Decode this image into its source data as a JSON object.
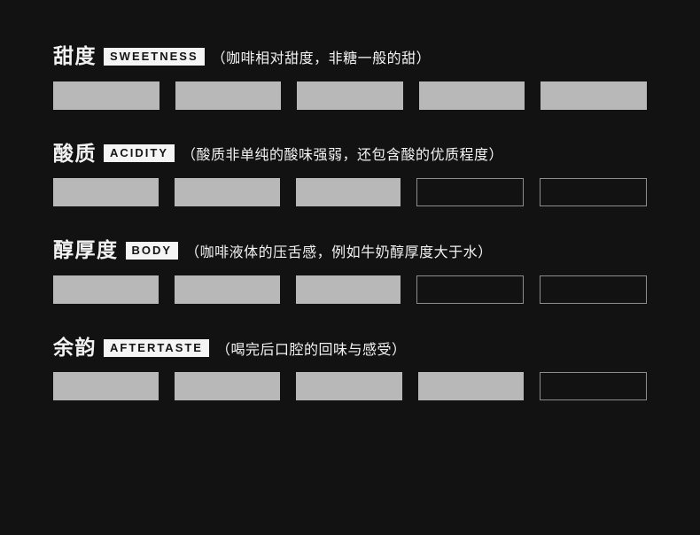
{
  "theme": {
    "background": "#121212",
    "text": "#f2f2f2",
    "badge_bg": "#f5f5f5",
    "badge_text": "#141414",
    "bar_filled": "#b8b8b8",
    "bar_outline": "#8d8d8d"
  },
  "sections": [
    {
      "title_zh": "甜度",
      "title_en": "SWEETNESS",
      "description": "（咖啡相对甜度，非糖一般的甜）",
      "rating": 5,
      "scale_max": 5
    },
    {
      "title_zh": "酸质",
      "title_en": "ACIDITY",
      "description": "（酸质非单纯的酸味强弱，还包含酸的优质程度）",
      "rating": 3,
      "scale_max": 5
    },
    {
      "title_zh": "醇厚度",
      "title_en": "BODY",
      "description": "（咖啡液体的压舌感，例如牛奶醇厚度大于水）",
      "rating": 3,
      "scale_max": 5
    },
    {
      "title_zh": "余韵",
      "title_en": "AFTERTASTE",
      "description": "（喝完后口腔的回味与感受）",
      "rating": 4,
      "scale_max": 5
    }
  ],
  "chart_data": {
    "type": "bar",
    "title": "",
    "categories": [
      "甜度 SWEETNESS",
      "酸质 ACIDITY",
      "醇厚度 BODY",
      "余韵 AFTERTASTE"
    ],
    "values": [
      5,
      3,
      3,
      4
    ],
    "ylim": [
      0,
      5
    ],
    "legend": "none",
    "layout": "horizontal rows, each rating shown as filled segments out of 5"
  }
}
